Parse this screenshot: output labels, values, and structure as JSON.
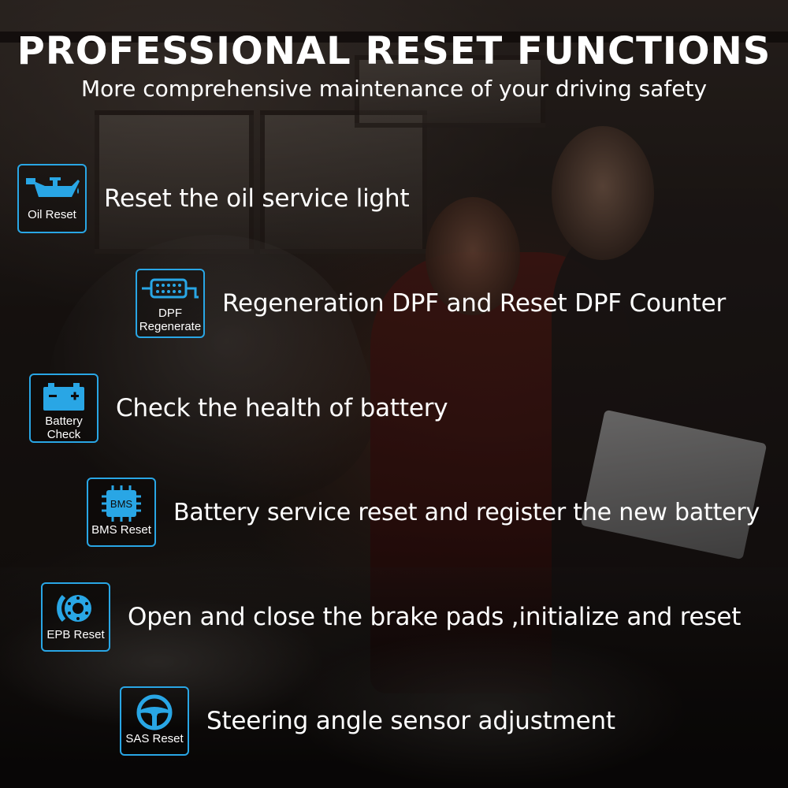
{
  "header": {
    "title": "PROFESSIONAL RESET FUNCTIONS",
    "subtitle": "More comprehensive maintenance of your driving safety"
  },
  "accent_color": "#29a6e5",
  "features": [
    {
      "icon": "oil-can-icon",
      "label": "Oil Reset",
      "description": "Reset the oil service light"
    },
    {
      "icon": "dpf-filter-icon",
      "label_line1": "DPF",
      "label_line2": "Regenerate",
      "description": "Regeneration DPF and Reset DPF Counter"
    },
    {
      "icon": "battery-icon",
      "label_line1": "Battery",
      "label_line2": "Check",
      "description": "Check the health of battery"
    },
    {
      "icon": "bms-chip-icon",
      "icon_text": "BMS",
      "label": "BMS Reset",
      "description": "Battery service reset and register the new battery"
    },
    {
      "icon": "brake-disc-icon",
      "label": "EPB Reset",
      "description": "Open and close the brake pads ,initialize and reset"
    },
    {
      "icon": "steering-wheel-icon",
      "label": "SAS Reset",
      "description": "Steering angle sensor adjustment"
    }
  ]
}
